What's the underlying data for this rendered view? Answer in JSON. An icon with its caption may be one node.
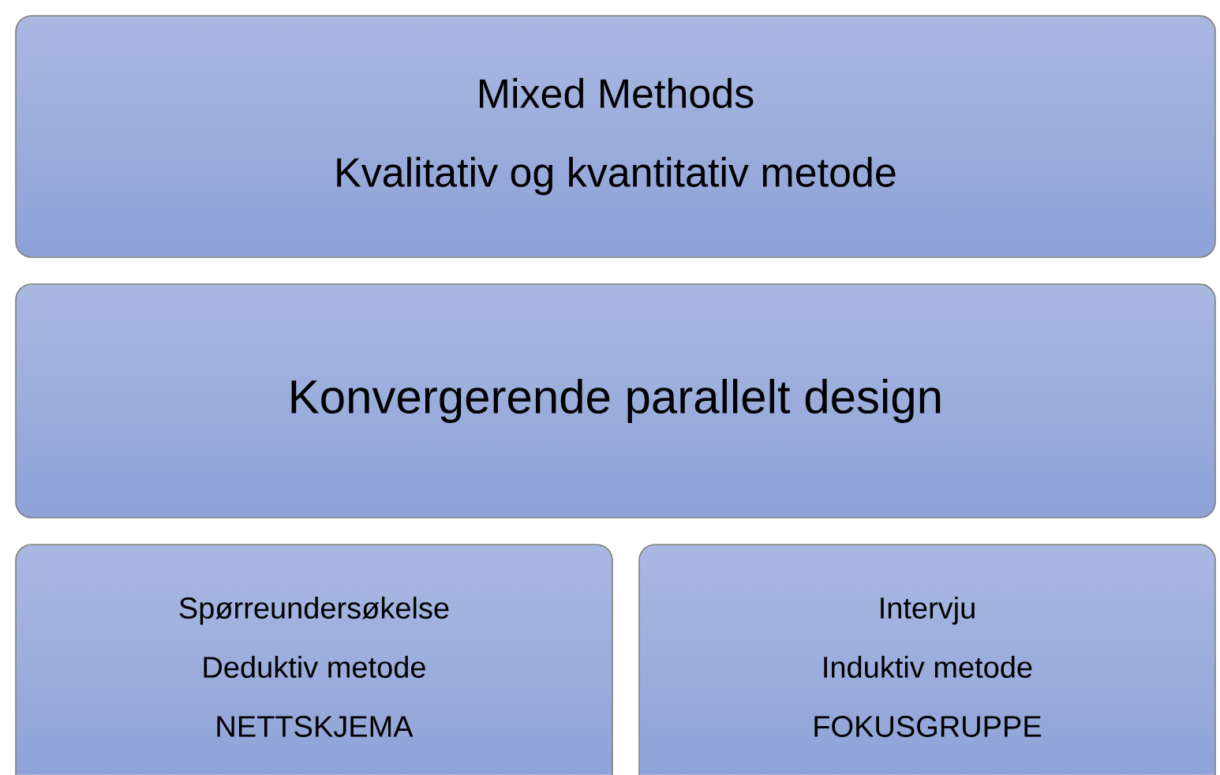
{
  "diagram": {
    "nodes": [
      {
        "text": [
          "Mixed Methods",
          "Kvalitativ og kvantitativ metode"
        ]
      },
      {
        "text": [
          "Konvergerende parallelt design"
        ]
      },
      {
        "text": [
          "Spørreundersøkelse",
          "Deduktiv metode",
          "NETTSKJEMA"
        ]
      },
      {
        "text": [
          "Intervju",
          "Induktiv metode",
          "FOKUSGRUPPE"
        ]
      }
    ]
  }
}
